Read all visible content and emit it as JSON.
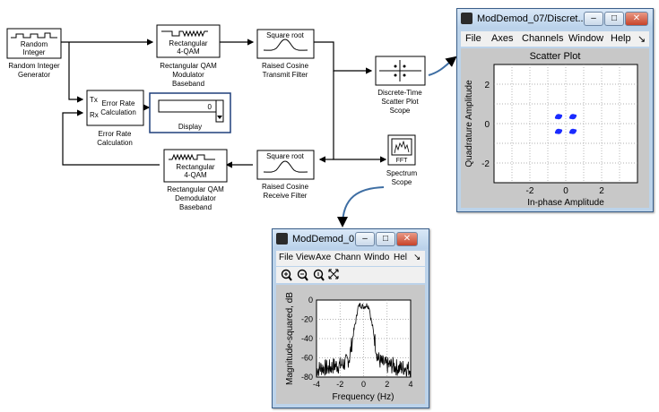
{
  "diagram": {
    "blocks": {
      "random_integer": {
        "title1": "Random",
        "title2": "Integer",
        "cap1": "Random Integer",
        "cap2": "Generator"
      },
      "qam_mod": {
        "title1": "Rectangular",
        "title2": "4-QAM",
        "cap1": "Rectangular QAM",
        "cap2": "Modulator",
        "cap3": "Baseband"
      },
      "tx_filter": {
        "title": "Square root",
        "cap1": "Raised Cosine",
        "cap2": "Transmit Filter"
      },
      "scatter_scope": {
        "cap1": "Discrete-Time",
        "cap2": "Scatter Plot",
        "cap3": "Scope"
      },
      "error_rate": {
        "port_tx": "Tx",
        "port_rx": "Rx",
        "title1": "Error Rate",
        "title2": "Calculation",
        "cap1": "Error Rate",
        "cap2": "Calculation"
      },
      "display": {
        "value": "0",
        "cap": "Display"
      },
      "spectrum_scope": {
        "icon_text": "FFT",
        "cap1": "Spectrum",
        "cap2": "Scope"
      },
      "rx_filter": {
        "title": "Square root",
        "cap1": "Raised Cosine",
        "cap2": "Receive Filter"
      },
      "qam_demod": {
        "title1": "Rectangular",
        "title2": "4-QAM",
        "cap1": "Rectangular QAM",
        "cap2": "Demodulator",
        "cap3": "Baseband"
      }
    }
  },
  "scatter_window": {
    "title": "ModDemod_07/Discret...",
    "buttons": {
      "minimize": "–",
      "maximize": "□",
      "close": "✕"
    },
    "menu": [
      "File",
      "Axes",
      "Channels",
      "Window",
      "Help"
    ],
    "menu_arrow": "↘",
    "chart_data": {
      "type": "scatter",
      "title": "Scatter Plot",
      "xlabel": "In-phase Amplitude",
      "ylabel": "Quadrature Amplitude",
      "xlim": [
        -4,
        4
      ],
      "ylim": [
        -3,
        3
      ],
      "xticks": [
        "-2",
        "0",
        "2"
      ],
      "yticks": [
        "2",
        "0",
        "-2"
      ],
      "grid": true,
      "points": [
        [
          -0.4,
          0.35
        ],
        [
          0.4,
          0.35
        ],
        [
          -0.4,
          -0.4
        ],
        [
          0.4,
          -0.4
        ]
      ],
      "color": "#1a2bff"
    }
  },
  "spectrum_window": {
    "title": "ModDemod_0...",
    "buttons": {
      "minimize": "–",
      "maximize": "□",
      "close": "✕"
    },
    "menu": [
      "File",
      "View",
      "Axe",
      "Chann",
      "Windo",
      "Hel"
    ],
    "menu_arrow": "↘",
    "toolbar": [
      "zoom-in",
      "zoom-x",
      "zoom-y",
      "autoscale"
    ],
    "chart_data": {
      "type": "line",
      "xlabel": "Frequency (Hz)",
      "ylabel": "Magnitude-squared, dB",
      "xlim": [
        -4,
        4
      ],
      "ylim": [
        -80,
        0
      ],
      "xticks": [
        "-4",
        "-2",
        "0",
        "2",
        "4"
      ],
      "yticks": [
        "0",
        "-20",
        "-40",
        "-60",
        "-80"
      ],
      "grid": true,
      "series": [
        {
          "x": [
            -4,
            -3.5,
            -3,
            -2.5,
            -2,
            -1.5,
            -1.2,
            -1,
            -0.8,
            -0.6,
            -0.5,
            -0.3,
            0,
            0.3,
            0.5,
            0.6,
            0.8,
            1,
            1.2,
            1.5,
            2,
            2.5,
            3,
            3.5,
            4
          ],
          "values": [
            -72,
            -70,
            -71,
            -68,
            -68,
            -65,
            -60,
            -45,
            -30,
            -18,
            -8,
            -5,
            -7,
            -5,
            -8,
            -18,
            -30,
            -45,
            -60,
            -65,
            -68,
            -68,
            -71,
            -70,
            -72
          ]
        }
      ]
    }
  }
}
